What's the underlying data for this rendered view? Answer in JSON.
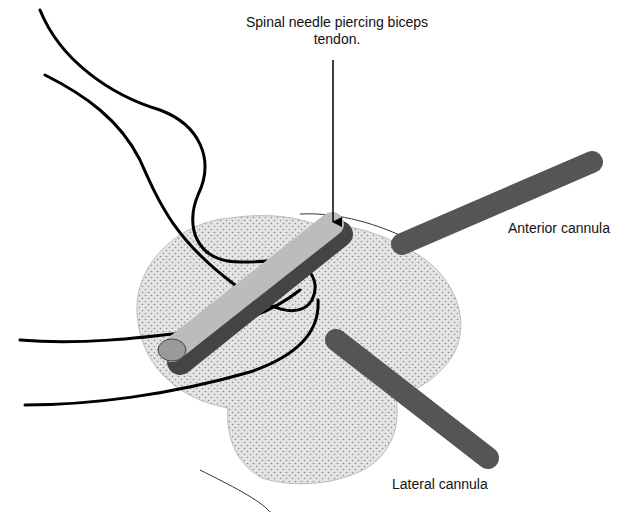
{
  "diagram": {
    "labels": [
      "Spinal needle piercing biceps tendon.",
      "Anterior cannula",
      "Lateral cannula"
    ]
  }
}
